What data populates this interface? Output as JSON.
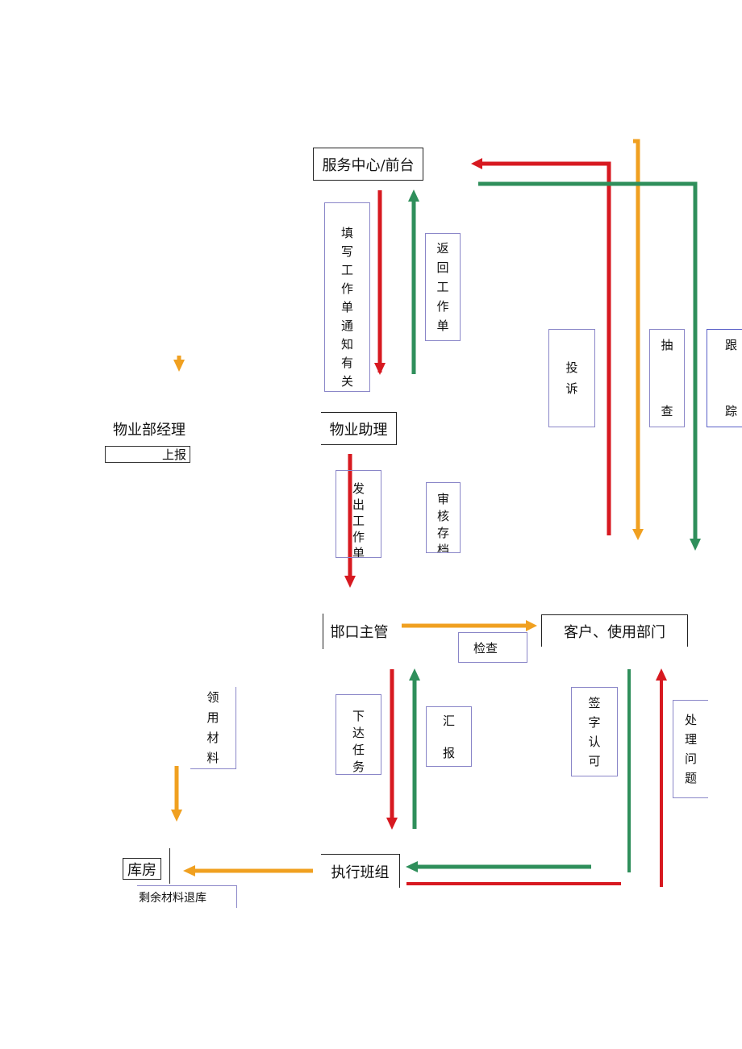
{
  "nodes": {
    "service_center": "服务中心/前台",
    "property_manager": "物业部经理",
    "property_assistant": "物业助理",
    "dept_supervisor": "邯口主管",
    "customer_dept": "客户、使用部门",
    "storeroom": "库房",
    "execution_team": "执行班组"
  },
  "labels": {
    "fill_work_order": [
      "填",
      "写",
      "工",
      "作",
      "单",
      "通",
      "知",
      "有",
      "关"
    ],
    "return_work_order": [
      "返",
      "回",
      "工",
      "作",
      "单"
    ],
    "complaint": [
      "投",
      "诉"
    ],
    "spot_check": [
      "抽",
      "查"
    ],
    "follow_up": [
      "跟",
      "踪"
    ],
    "report_up": "上报",
    "issue_work_order": [
      "发",
      "出",
      "工",
      "作",
      "单"
    ],
    "review_archive": [
      "审",
      "核",
      "存",
      "档"
    ],
    "inspect": "检查",
    "collect_materials": [
      "领",
      "用",
      "材",
      "料"
    ],
    "assign_task": [
      "下",
      "达",
      "任",
      "务"
    ],
    "summary_report": [
      "汇",
      "报"
    ],
    "sign_approve": [
      "签",
      "字",
      "认",
      "可"
    ],
    "handle_problem": [
      "处",
      "理",
      "问",
      "题"
    ],
    "return_materials": "剩余材料退库"
  },
  "colors": {
    "red": "#d71920",
    "green": "#2f8f5b",
    "orange": "#f0a020",
    "label_border": "#8a86c8",
    "node_border": "#222222"
  }
}
